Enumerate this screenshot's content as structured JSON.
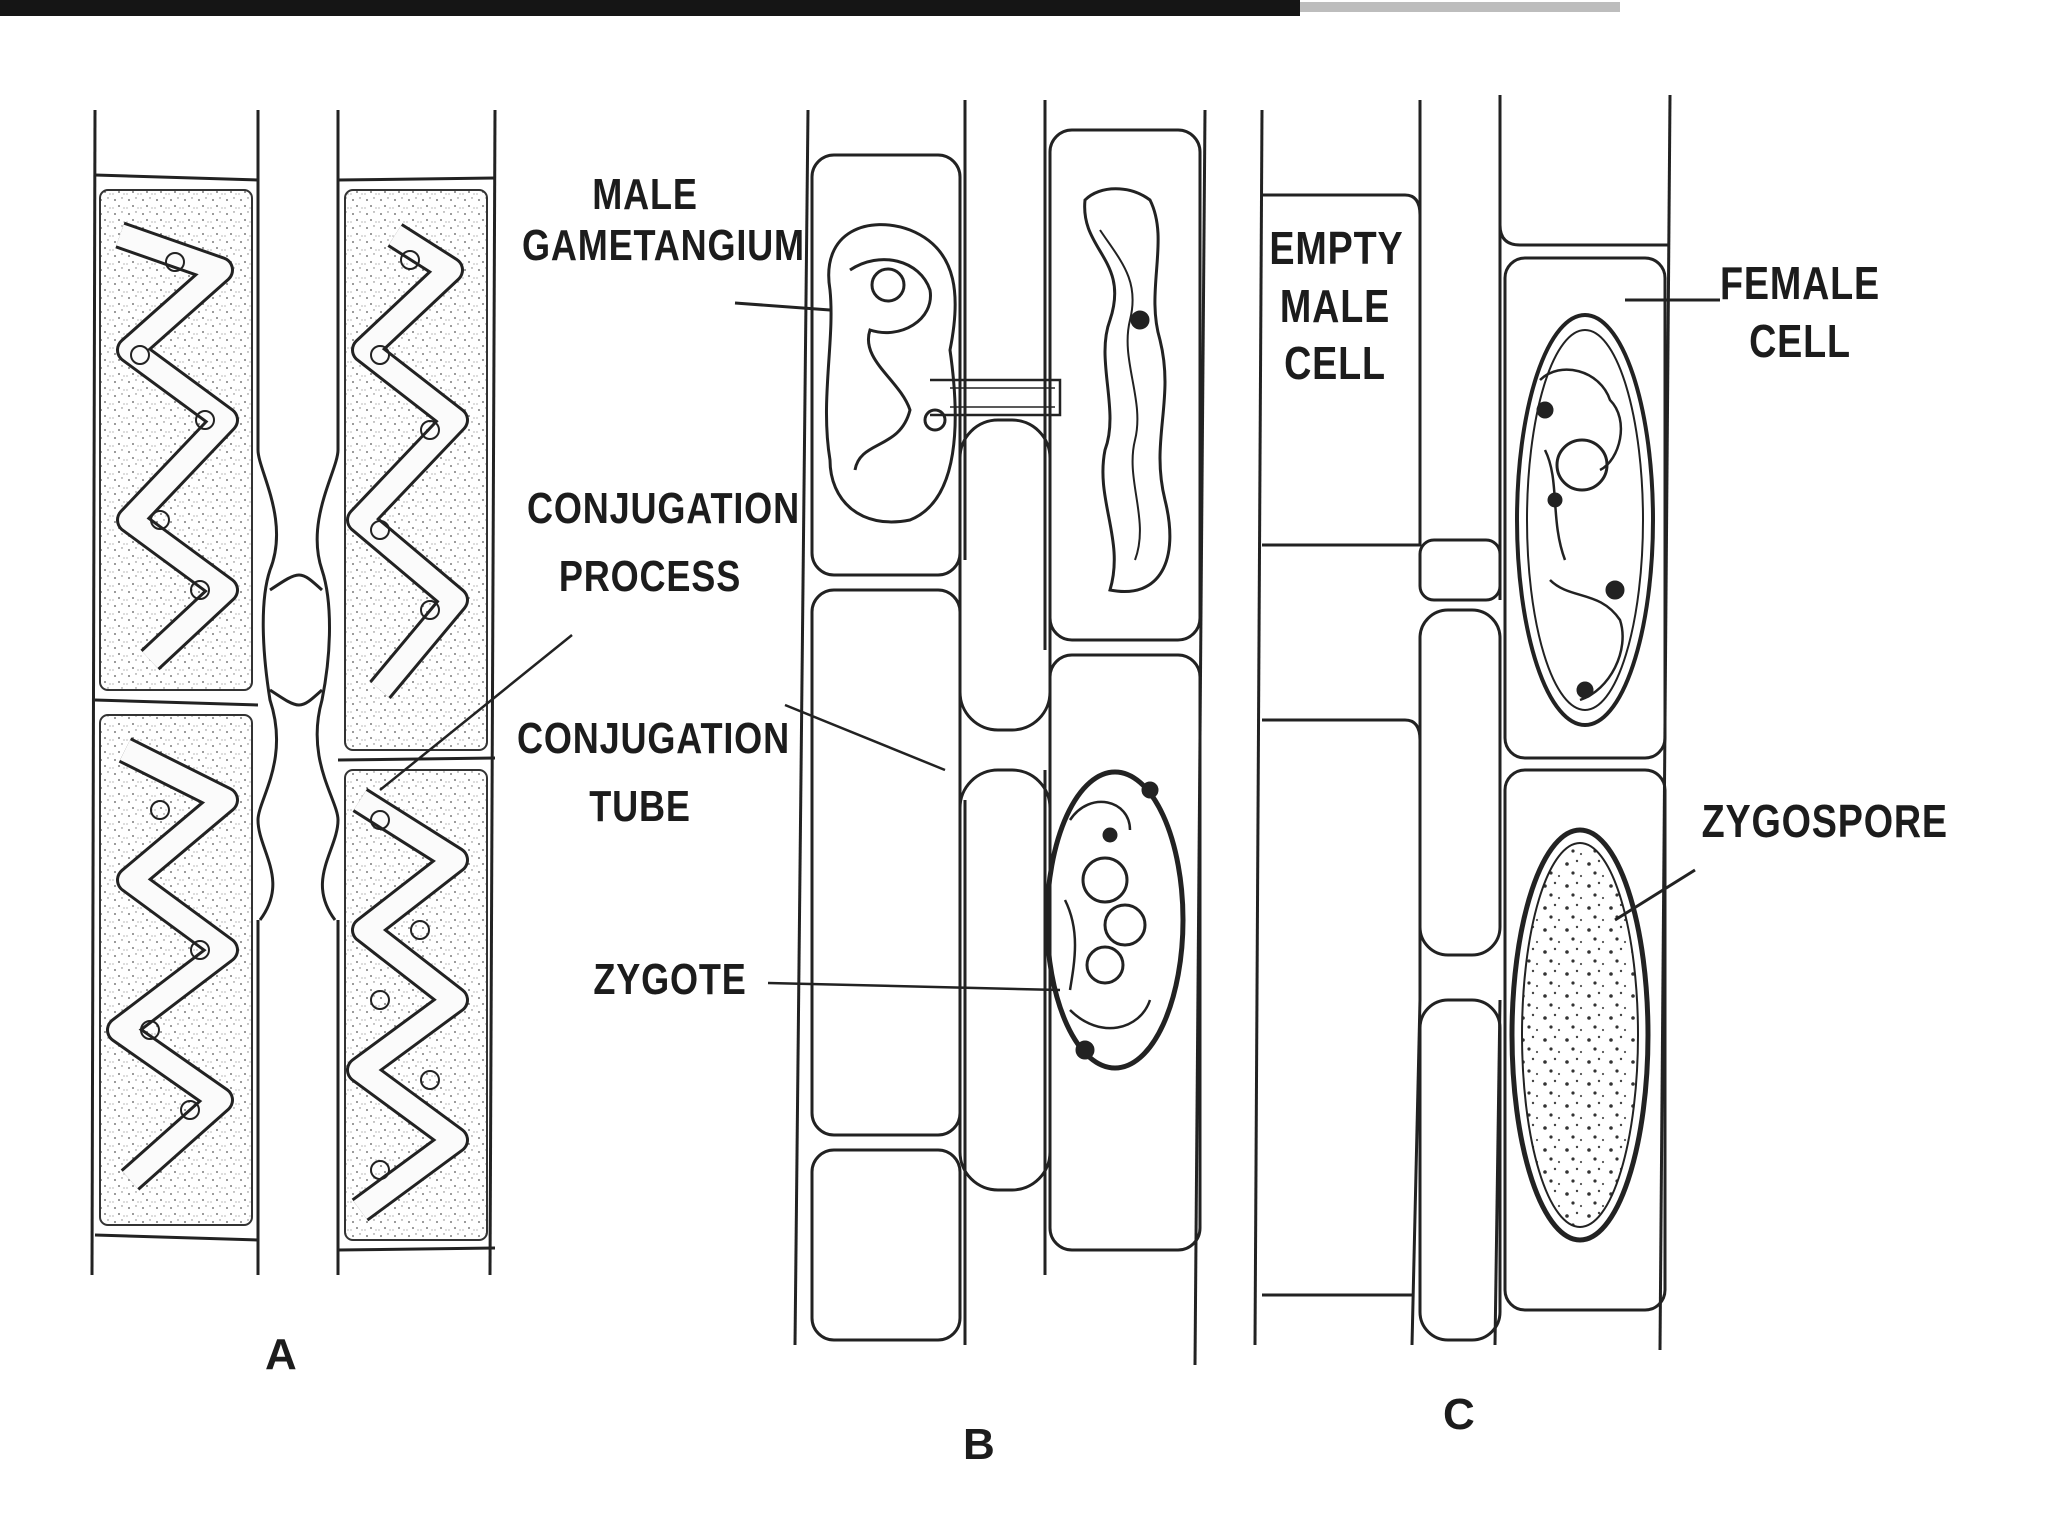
{
  "labels": {
    "male_gametangium": [
      "MALE",
      "GAMETANGIUM"
    ],
    "conjugation_process": [
      "CONJUGATION",
      "PROCESS"
    ],
    "conjugation_tube": [
      "CONJUGATION",
      "TUBE"
    ],
    "zygote": "ZYGOTE",
    "empty_male_cell": [
      "EMPTY",
      "MALE",
      "CELL"
    ],
    "female_cell": [
      "FEMALE",
      "CELL"
    ],
    "zygospore": "ZYGOSPORE"
  },
  "panels": [
    "A",
    "B",
    "C"
  ],
  "colors": {
    "ink": "#1c1c1c",
    "paper": "#ffffff",
    "faded": "#d4d4d4"
  }
}
